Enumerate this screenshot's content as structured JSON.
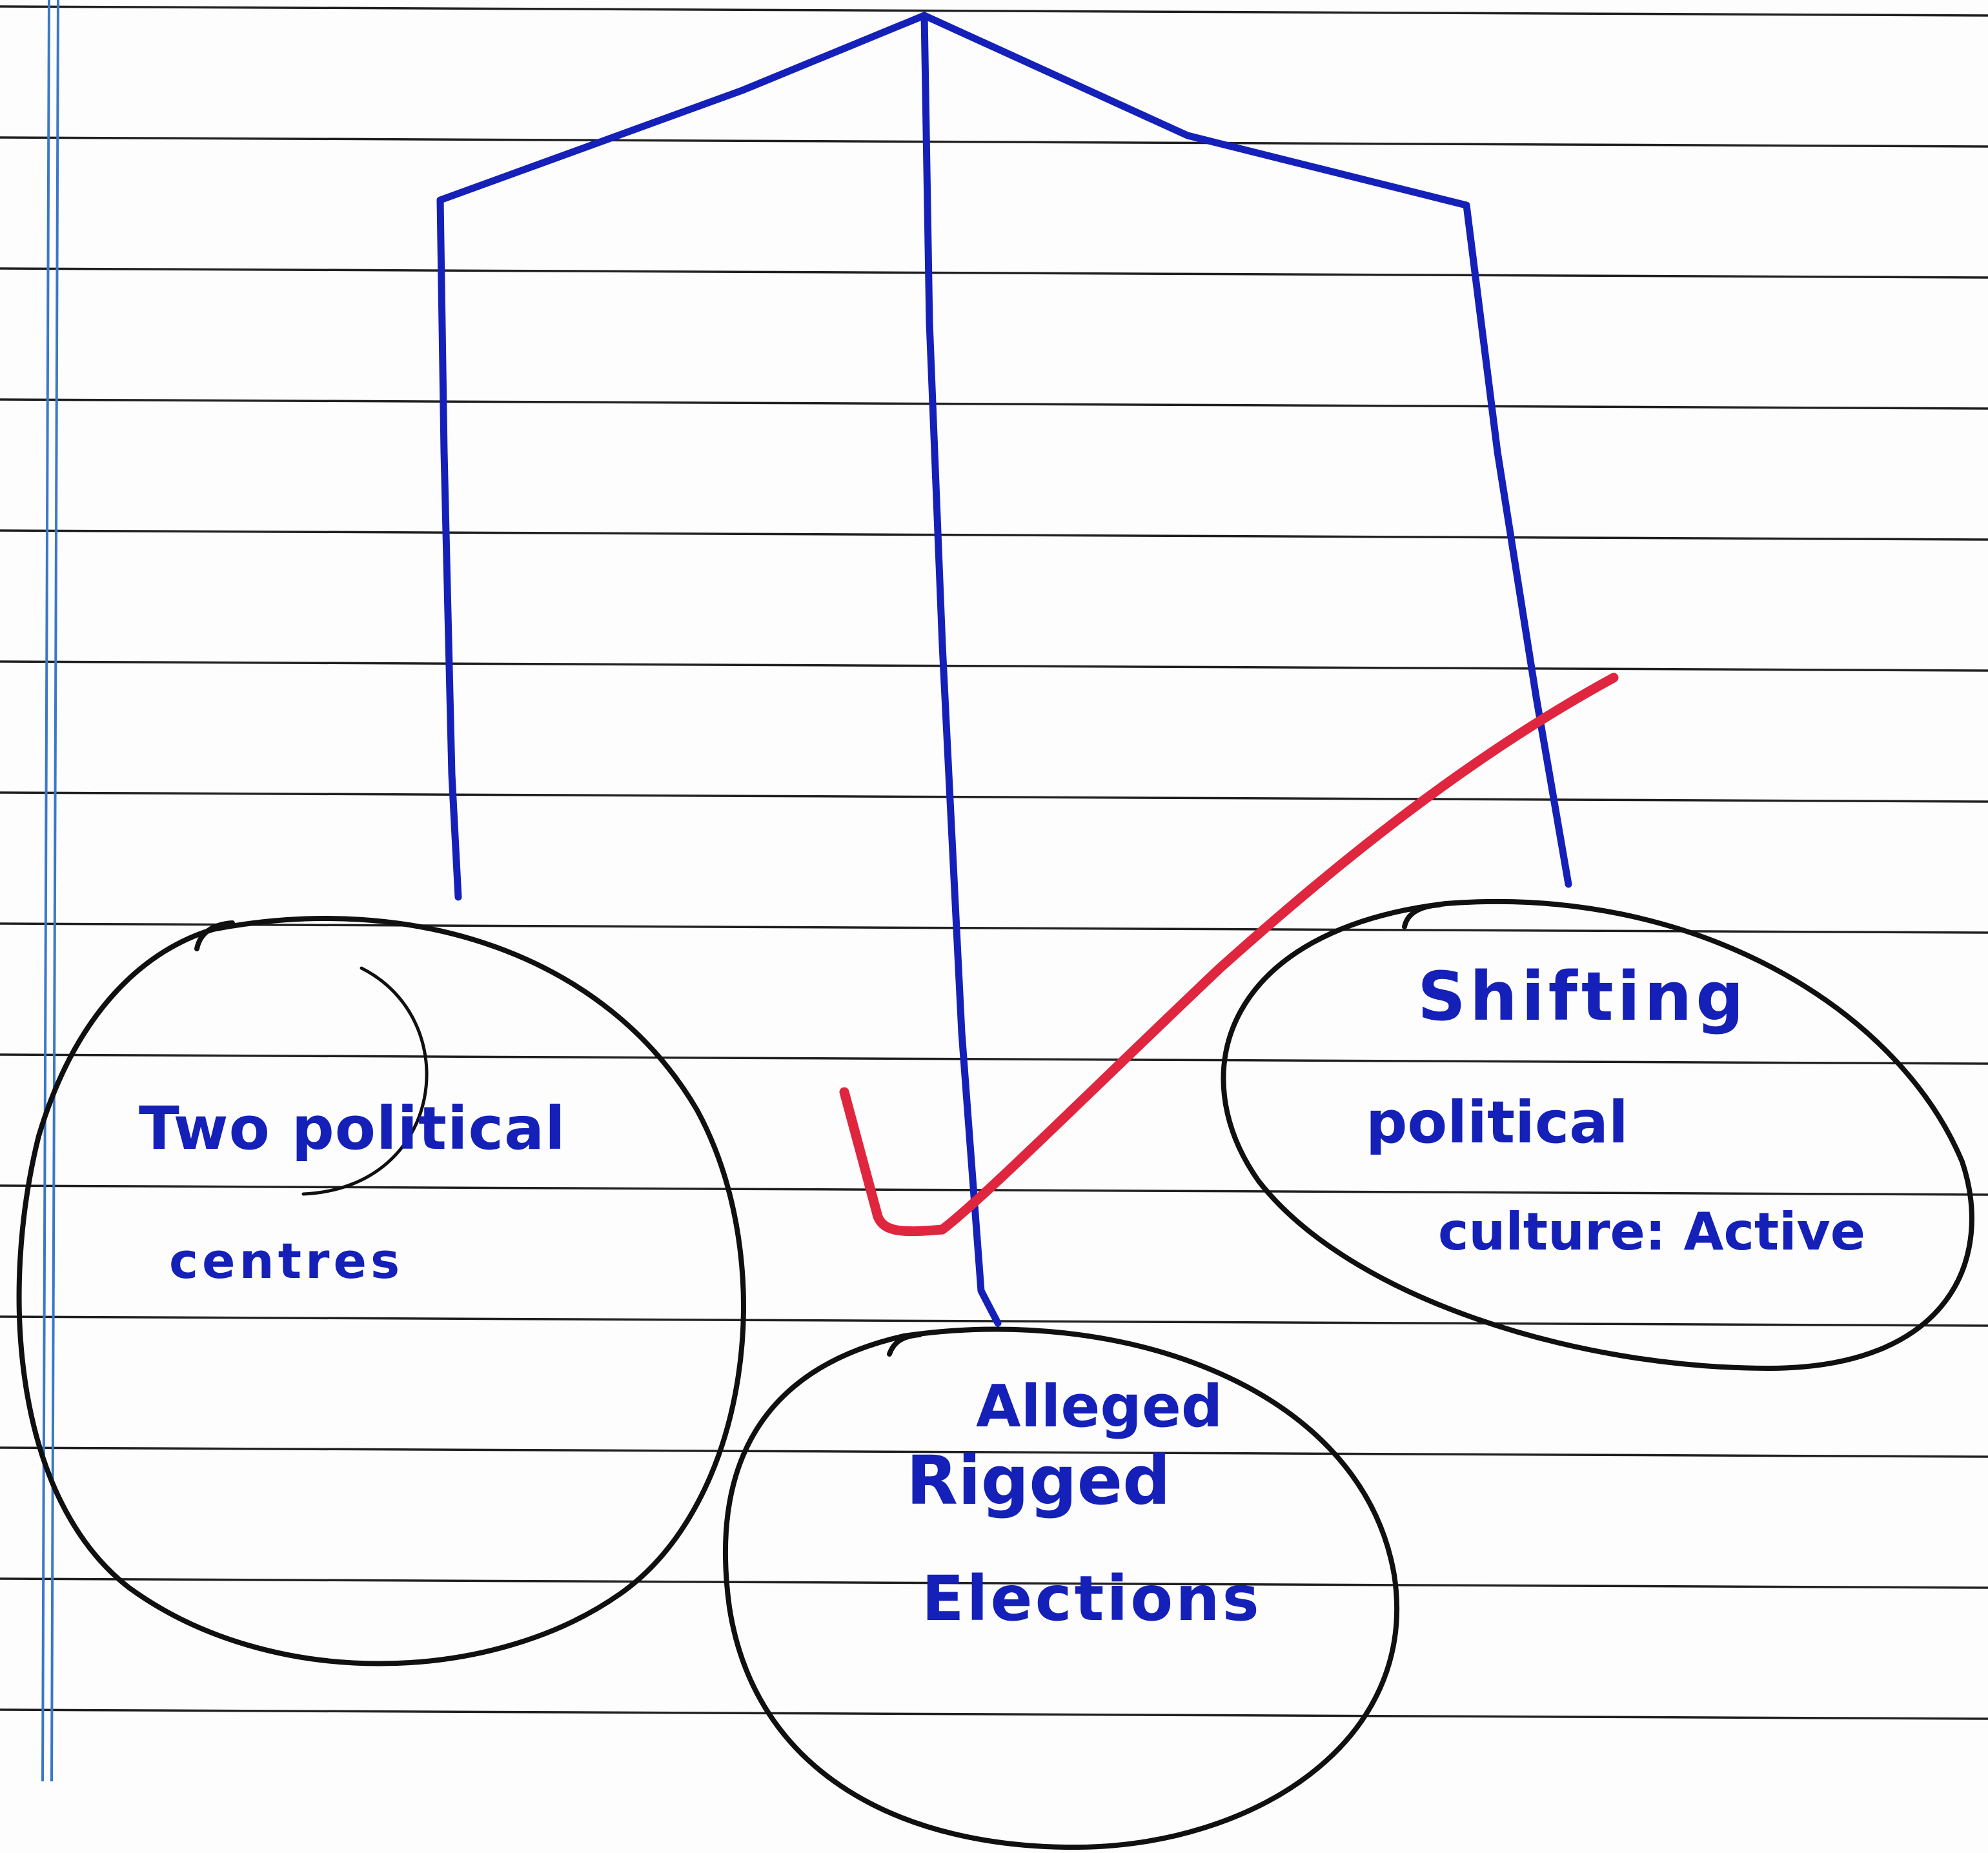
{
  "diagram": {
    "nodes": [
      {
        "id": "two-centres",
        "lines": [
          "Two political",
          "centres"
        ]
      },
      {
        "id": "rigged-elections",
        "lines": [
          "Alleged",
          "Rigged",
          "Elections"
        ]
      },
      {
        "id": "political-culture",
        "lines": [
          "Shifting",
          "political",
          "culture: Active"
        ]
      }
    ],
    "colors": {
      "paper": "#fdfdfd",
      "ruled_line": "#202020",
      "margin_line": "#3a78c8",
      "branch_ink": "#1420b8",
      "bubble_ink": "#101010",
      "text_ink": "#1420b8",
      "check_mark": "#e0263f"
    }
  }
}
